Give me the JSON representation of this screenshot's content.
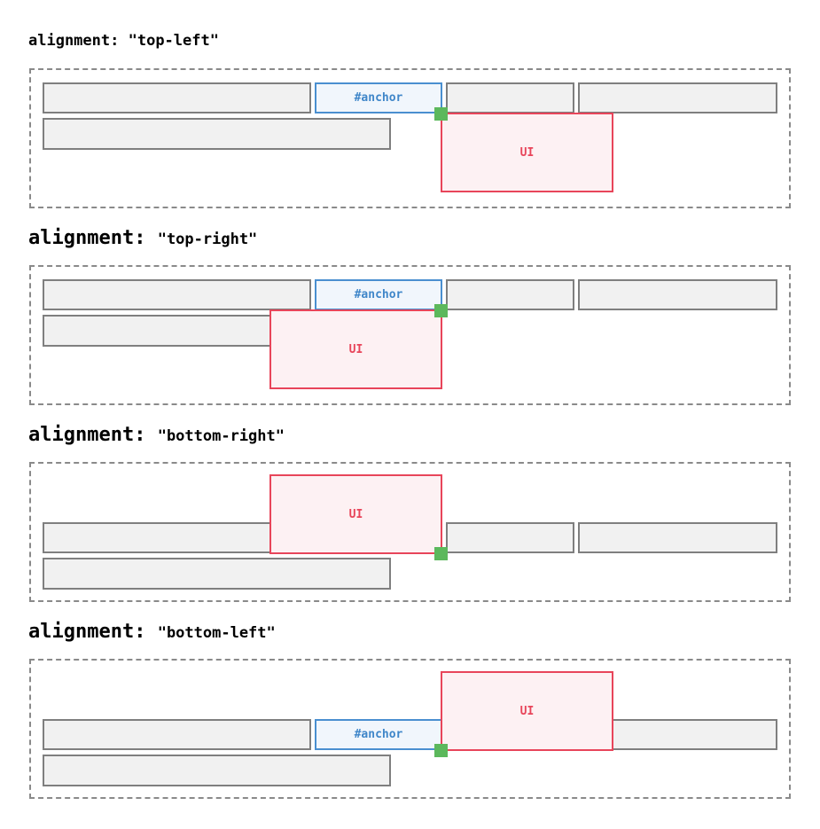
{
  "panels": [
    {
      "keyword": "alignment:",
      "value": "\"top-left\"",
      "anchor_label": "#anchor",
      "ui_label": "UI"
    },
    {
      "keyword": "alignment:",
      "value": "\"top-right\"",
      "anchor_label": "#anchor",
      "ui_label": "UI"
    },
    {
      "keyword": "alignment:",
      "value": "\"bottom-right\"",
      "anchor_label": "",
      "ui_label": "UI"
    },
    {
      "keyword": "alignment:",
      "value": "\"bottom-left\"",
      "anchor_label": "#anchor",
      "ui_label": "UI"
    }
  ],
  "colors": {
    "anchor_border": "#4a8fd0",
    "ui_border": "#e8455a",
    "attach_point": "#5cb85c",
    "block_fill": "#f1f1f1"
  }
}
